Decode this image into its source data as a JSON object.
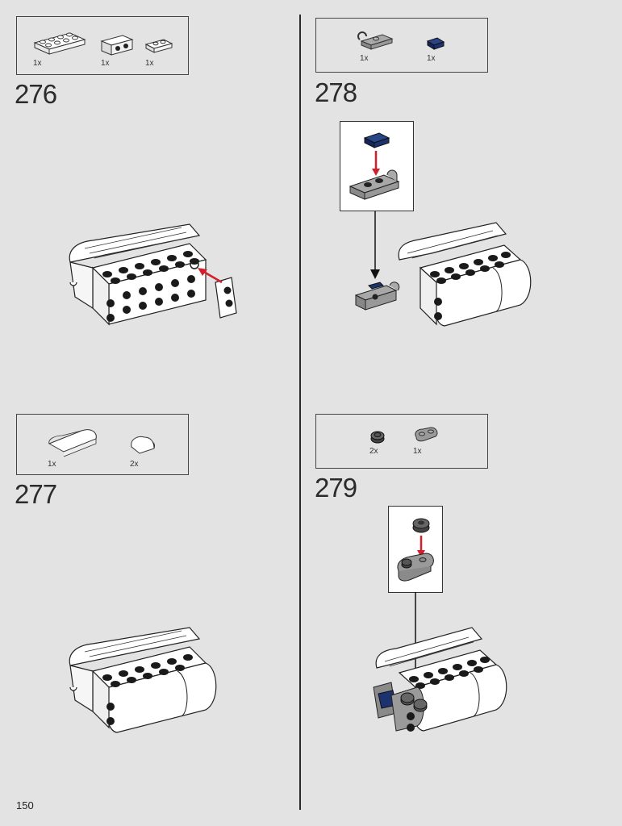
{
  "page": {
    "number": "150"
  },
  "steps": [
    {
      "number": "276",
      "parts": [
        {
          "qty": "1x",
          "icon": "plate-2x4-white"
        },
        {
          "qty": "1x",
          "icon": "brick-1x2-side-studs-white"
        },
        {
          "qty": "1x",
          "icon": "plate-1x2-white"
        }
      ]
    },
    {
      "number": "277",
      "parts": [
        {
          "qty": "1x",
          "icon": "curved-slope-long-white"
        },
        {
          "qty": "2x",
          "icon": "curved-slope-short-white"
        }
      ]
    },
    {
      "number": "278",
      "parts": [
        {
          "qty": "1x",
          "icon": "plate-clip-gray"
        },
        {
          "qty": "1x",
          "icon": "tile-1x1-dark-blue"
        }
      ]
    },
    {
      "number": "279",
      "parts": [
        {
          "qty": "2x",
          "icon": "round-plate-dark-gray"
        },
        {
          "qty": "1x",
          "icon": "plate-1x2-rounded-gray"
        }
      ]
    }
  ],
  "colors": {
    "background": "#e3e3e3",
    "arrow": "#d21f2b",
    "dark_blue": "#1c3370",
    "gray": "#9a9a9a",
    "dark_gray": "#555555"
  }
}
